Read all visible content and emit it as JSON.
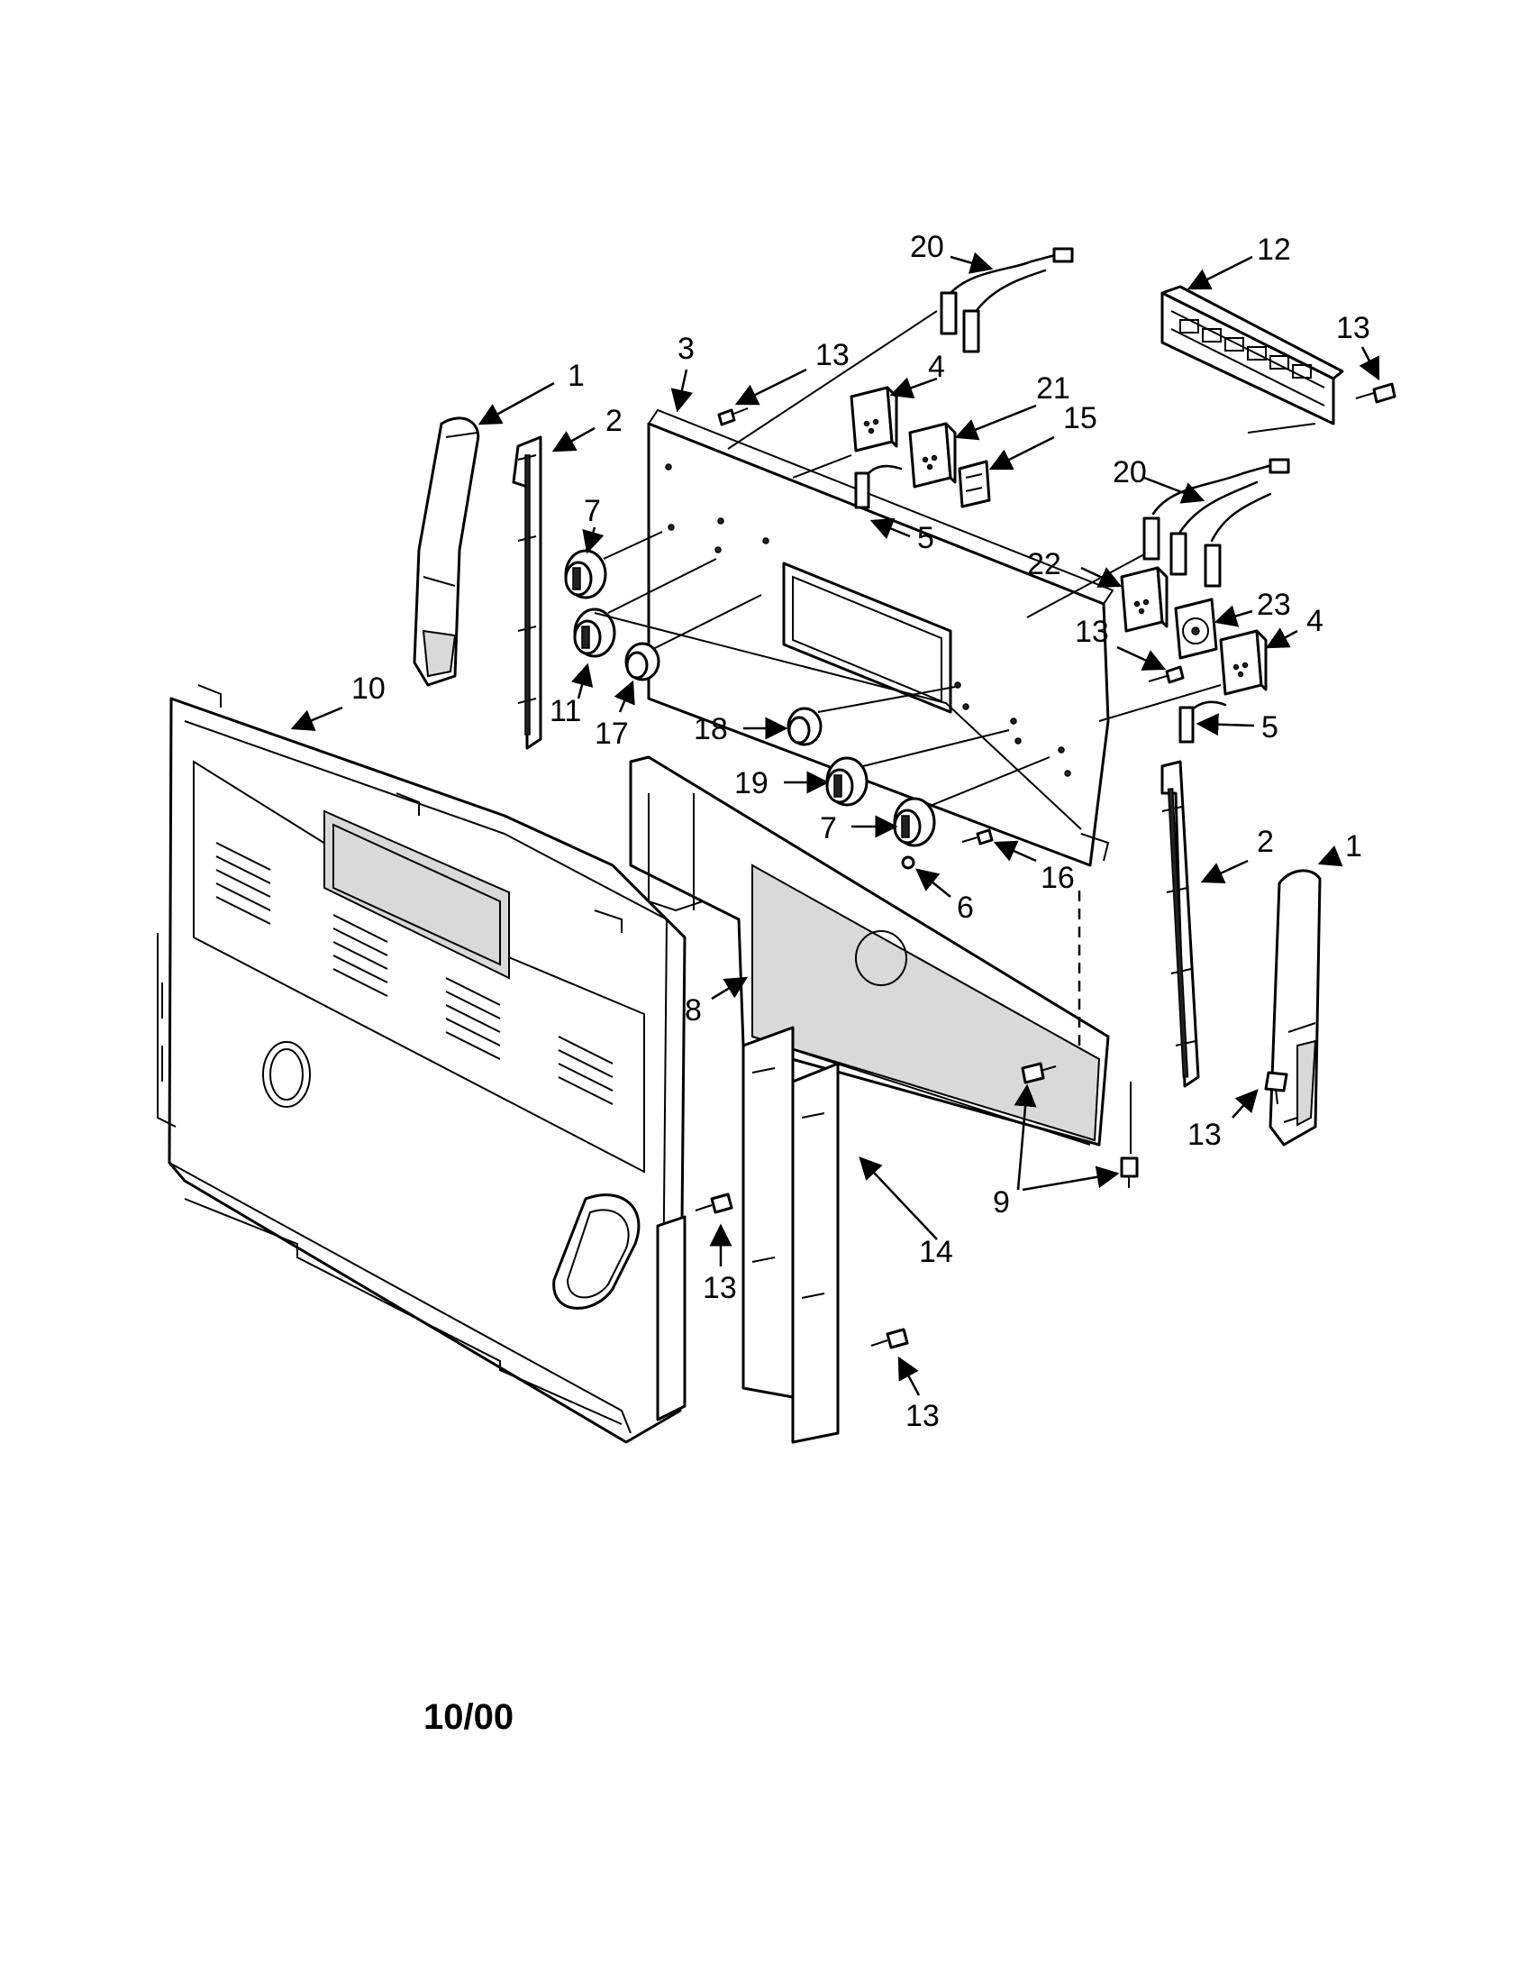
{
  "callouts": {
    "c1_left": "1",
    "c2_left": "2",
    "c3": "3",
    "c13_top": "13",
    "c4_top": "4",
    "c20_top": "20",
    "c12": "12",
    "c13_panel": "13",
    "c21": "21",
    "c15": "15",
    "c5_top": "5",
    "c7_top": "7",
    "c11": "11",
    "c17": "17",
    "c20_right": "20",
    "c22": "22",
    "c23": "23",
    "c13_mid": "13",
    "c4_right": "4",
    "c5_right": "5",
    "c10": "10",
    "c18": "18",
    "c19": "19",
    "c7_bottom": "7",
    "c6": "6",
    "c16": "16",
    "c2_right": "2",
    "c1_right": "1",
    "c8": "8",
    "c9": "9",
    "c13_endcap": "13",
    "c14": "14",
    "c13_lower_left": "13",
    "c13_lower_right": "13"
  },
  "date_code": "10/00"
}
